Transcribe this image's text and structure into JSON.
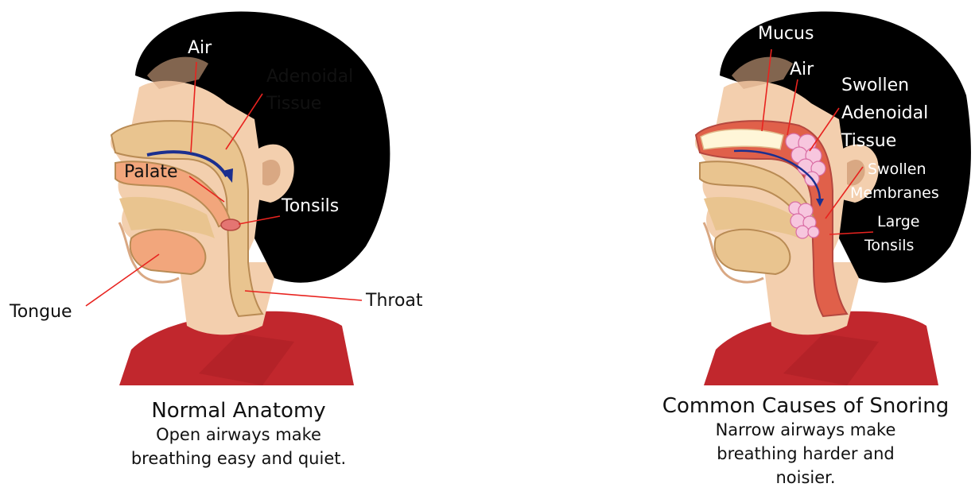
{
  "normal": {
    "labels": {
      "air": "Air",
      "adenoidal": "Adenoidal",
      "tissue": "Tissue",
      "palate": "Palate",
      "tonsils": "Tonsils",
      "tongue": "Tongue",
      "throat": "Throat"
    },
    "caption": {
      "title": "Normal Anatomy",
      "line1": "Open airways make",
      "line2": "breathing easy and quiet."
    }
  },
  "snoring": {
    "labels": {
      "mucus": "Mucus",
      "air": "Air",
      "swollen": "Swollen",
      "adenoidal": "Adenoidal",
      "tissue": "Tissue",
      "swollen_membranes_1": "Swollen",
      "swollen_membranes_2": "Membranes",
      "large": "Large",
      "tonsils": "Tonsils"
    },
    "caption": {
      "title": "Common Causes of Snoring",
      "line1": "Narrow airways make",
      "line2": "breathing harder and",
      "line3": "noisier."
    }
  },
  "colors": {
    "hair": "#000000",
    "skin": "#f3cfae",
    "skin_shadow": "#d9a883",
    "airway": "#e9c48f",
    "tongue": "#f2a67c",
    "shirt": "#c1272d",
    "leader_line": "#e8231f",
    "air_arrow": "#1b2f8f",
    "mucus": "#fff6d8",
    "swollen_tissue": "#f7c6de",
    "inflamed": "#e0604a"
  }
}
